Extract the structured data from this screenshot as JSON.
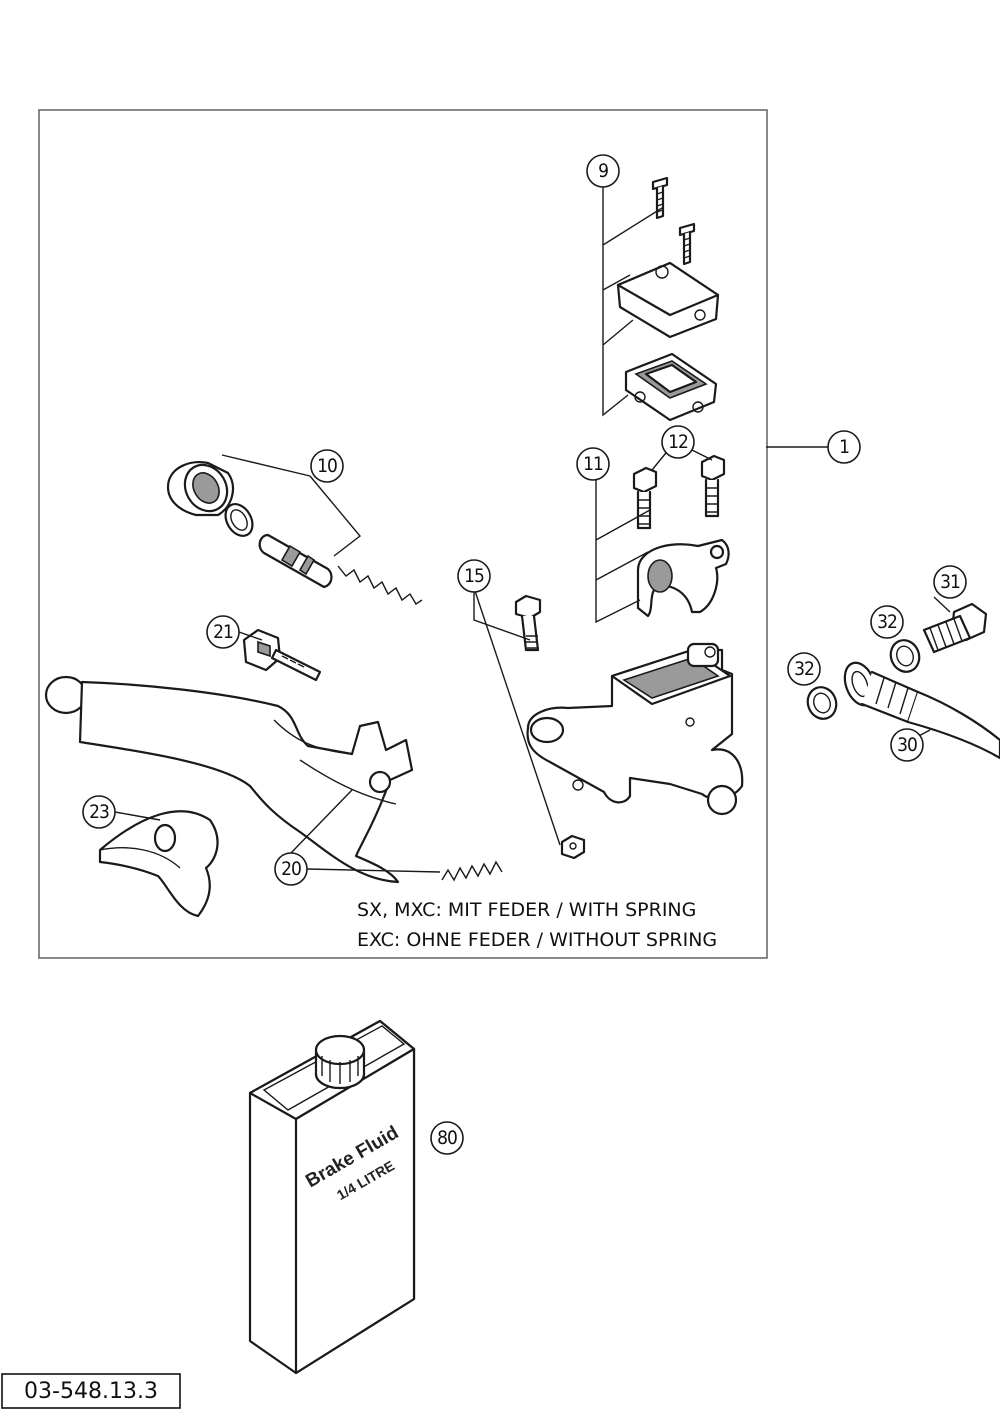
{
  "callouts": [
    {
      "id": "1",
      "label": "1"
    },
    {
      "id": "9",
      "label": "9"
    },
    {
      "id": "10",
      "label": "10"
    },
    {
      "id": "11",
      "label": "11"
    },
    {
      "id": "12",
      "label": "12"
    },
    {
      "id": "15",
      "label": "15"
    },
    {
      "id": "20",
      "label": "20"
    },
    {
      "id": "21",
      "label": "21"
    },
    {
      "id": "23",
      "label": "23"
    },
    {
      "id": "30",
      "label": "30"
    },
    {
      "id": "31",
      "label": "31"
    },
    {
      "id": "32a",
      "label": "32"
    },
    {
      "id": "32b",
      "label": "32"
    },
    {
      "id": "80",
      "label": "80"
    }
  ],
  "notes": {
    "line1": "SX, MXC: MIT FEDER / WITH SPRING",
    "line2": "EXC: OHNE FEDER / WITHOUT SPRING"
  },
  "fluid_can": {
    "title": "Brake Fluid",
    "volume": "1/4 LITRE"
  },
  "document_number": "03-548.13.3"
}
